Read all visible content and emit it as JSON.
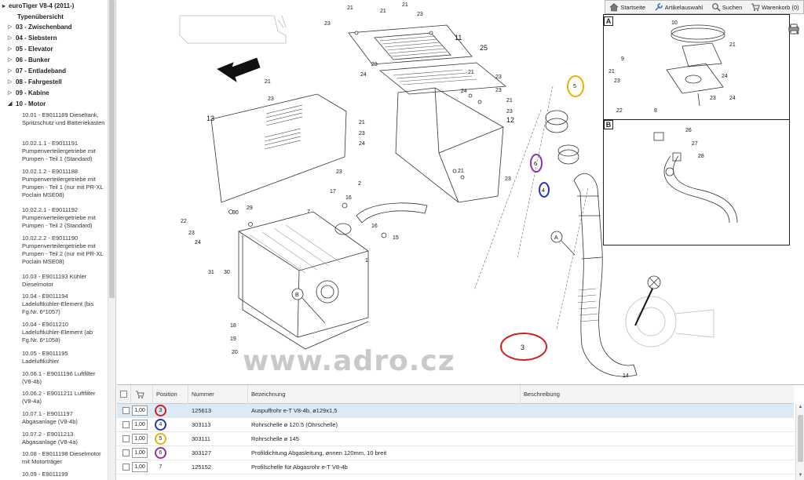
{
  "sidebar": {
    "root_title": "euroTiger V8-4 (2011-)",
    "section_title": "Typenübersicht",
    "nodes": [
      {
        "label": "03 - Zwischenband",
        "expanded": false
      },
      {
        "label": "04 - Siebstern",
        "expanded": false
      },
      {
        "label": "05 - Elevator",
        "expanded": false
      },
      {
        "label": "06 - Bunker",
        "expanded": false
      },
      {
        "label": "07 - Entladeband",
        "expanded": false
      },
      {
        "label": "08 - Fahrgestell",
        "expanded": false
      },
      {
        "label": "09 - Kabine",
        "expanded": false
      },
      {
        "label": "10 - Motor",
        "expanded": true
      }
    ],
    "sub_items": [
      {
        "text": "10.01 - E9011189 Dieseltank, Spritzschutz und Batteriekasten"
      },
      {
        "text": "10.02.1.1 - E9011191 Pumpenverteilergetriebe mit Pumpen - Teil 1 (Standard)"
      },
      {
        "text": "10.02.1.2 - E9011188 Pumpenverteilergetriebe mit Pumpen - Teil 1 (nur mit PR-XL Poclain MSE08)"
      },
      {
        "text": "10.02.2.1 - E9011192 Pumpenverteilergetriebe mit Pumpen - Teil 2 (Standard)"
      },
      {
        "text": "10.02.2.2 - E9011190 Pumpenverteilergetriebe mit Pumpen - Teil 2 (nur mit PR-XL Poclain MSE08)"
      },
      {
        "text": "10.03 - E9011193 Kühler Dieselmotor"
      },
      {
        "text": "10.04 - E9011194 Ladeluftkühler-Element (bis Fg.Nr. 6*1057)"
      },
      {
        "text": "10.04 - E9011210 Ladeluftkühler-Element (ab Fg.Nr. 6*1058)"
      },
      {
        "text": "10.05 - E9011195 Ladeluftkühler"
      },
      {
        "text": "10.06.1 - E9011196 Luftfilter (V8-4b)"
      },
      {
        "text": "10.06.2 - E9011211 Luftfilter (V8-4a)"
      },
      {
        "text": "10.07.1 - E9011197 Abgasanlage (V8-4b)",
        "selected": true
      },
      {
        "text": "10.07.2 - E9011213 Abgasanlage (V8-4a)"
      },
      {
        "text": "10.08 - E9011198 Dieselmotor mit Motorträger"
      },
      {
        "text": "10.09 - E9011199"
      }
    ]
  },
  "toolbar": {
    "start_label": "Startseite",
    "article_label": "Artikelauswahl",
    "search_label": "Suchen",
    "cart_label": "Warenkorb (0)"
  },
  "diagram": {
    "watermark": "www.adro.cz",
    "inset_a_letter": "A",
    "inset_b_letter": "B",
    "callouts": [
      "21",
      "23",
      "21",
      "23",
      "11",
      "24",
      "25",
      "21",
      "23",
      "21",
      "23",
      "23",
      "24",
      "21",
      "23",
      "21",
      "23",
      "13",
      "21",
      "23",
      "24",
      "12",
      "21",
      "23",
      "23",
      "2",
      "17",
      "16",
      "16",
      "15",
      "7",
      "29",
      "30",
      "22",
      "23",
      "24",
      "31",
      "30",
      "1",
      "18",
      "19",
      "20",
      "14",
      "5",
      "6",
      "4",
      "10",
      "9",
      "21",
      "23",
      "24",
      "23",
      "22",
      "8",
      "21",
      "24",
      "26",
      "27",
      "28",
      "23"
    ],
    "red_label": "3",
    "pos_markers": [
      "5",
      "6",
      "4",
      "A",
      "B"
    ]
  },
  "table": {
    "headers": {
      "position": "Position",
      "number": "Nummer",
      "designation": "Bezeichnung",
      "description": "Beschreibung"
    },
    "rows": [
      {
        "qty": "1,00",
        "pos": "3",
        "number": "125613",
        "designation": "Auspuffrohr e-T V8-4b, ø129x1,5",
        "description": "",
        "ring": "#d0201f"
      },
      {
        "qty": "1,00",
        "pos": "4",
        "number": "303113",
        "designation": "Rohrschelle ø 120.5 (Ohrschelle)",
        "description": "",
        "ring": "#2535c0"
      },
      {
        "qty": "1,00",
        "pos": "5",
        "number": "303111",
        "designation": "Rohrschelle ø 145",
        "description": "",
        "ring": "#e8b400"
      },
      {
        "qty": "1,00",
        "pos": "6",
        "number": "303127",
        "designation": "Profildichtung Abgasleitung, ønnen 120mm, 10 breit",
        "description": "",
        "ring": "#8b35a8"
      },
      {
        "qty": "1,00",
        "pos": "7",
        "number": "125152",
        "designation": "Profilschelle für Abgasrohr e-T V8-4b",
        "description": "",
        "ring": ""
      }
    ]
  }
}
